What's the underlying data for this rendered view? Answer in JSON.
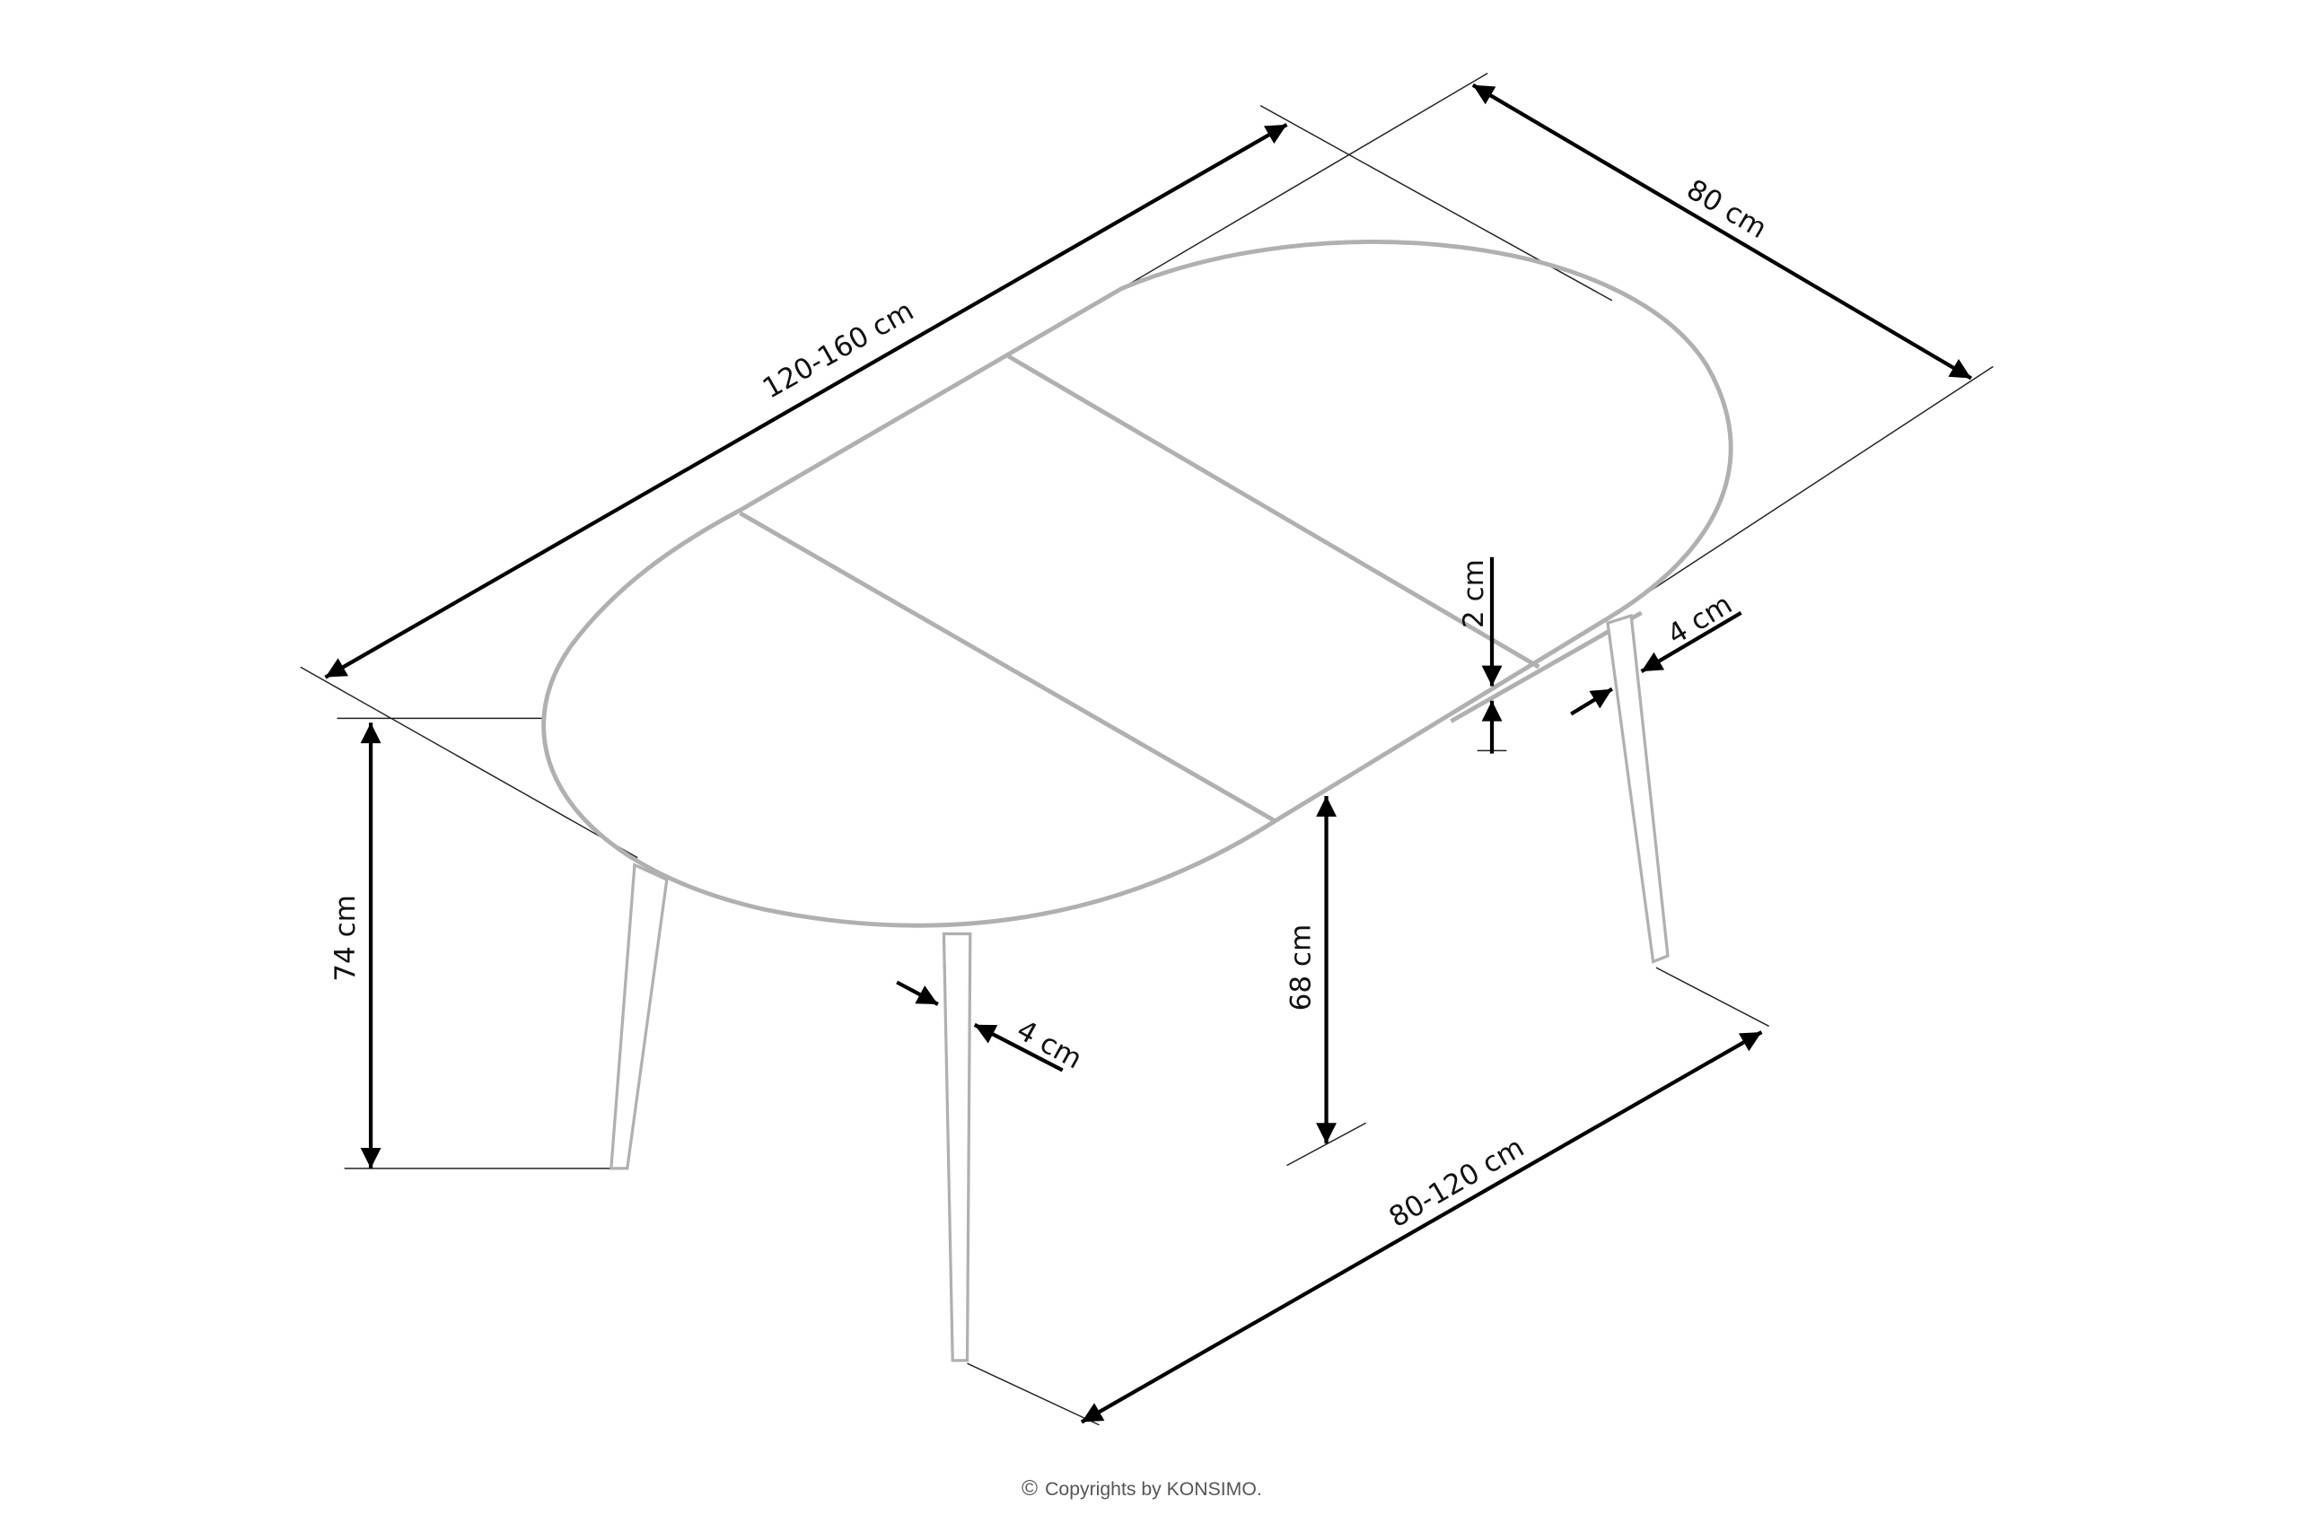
{
  "diagram": {
    "dimensions": {
      "length": "120-160 cm",
      "width": "80 cm",
      "total_height": "74 cm",
      "clearance_height": "68 cm",
      "top_thickness": "2 cm",
      "leg_width_right": "4 cm",
      "leg_width_front": "4 cm",
      "leg_span": "80-120 cm"
    },
    "colors": {
      "lines": "#000000",
      "outline": "#b0b0b0",
      "background": "#ffffff"
    }
  },
  "footer": {
    "copyright_symbol": "©",
    "copyright": "Copyrights by KONSIMO."
  }
}
